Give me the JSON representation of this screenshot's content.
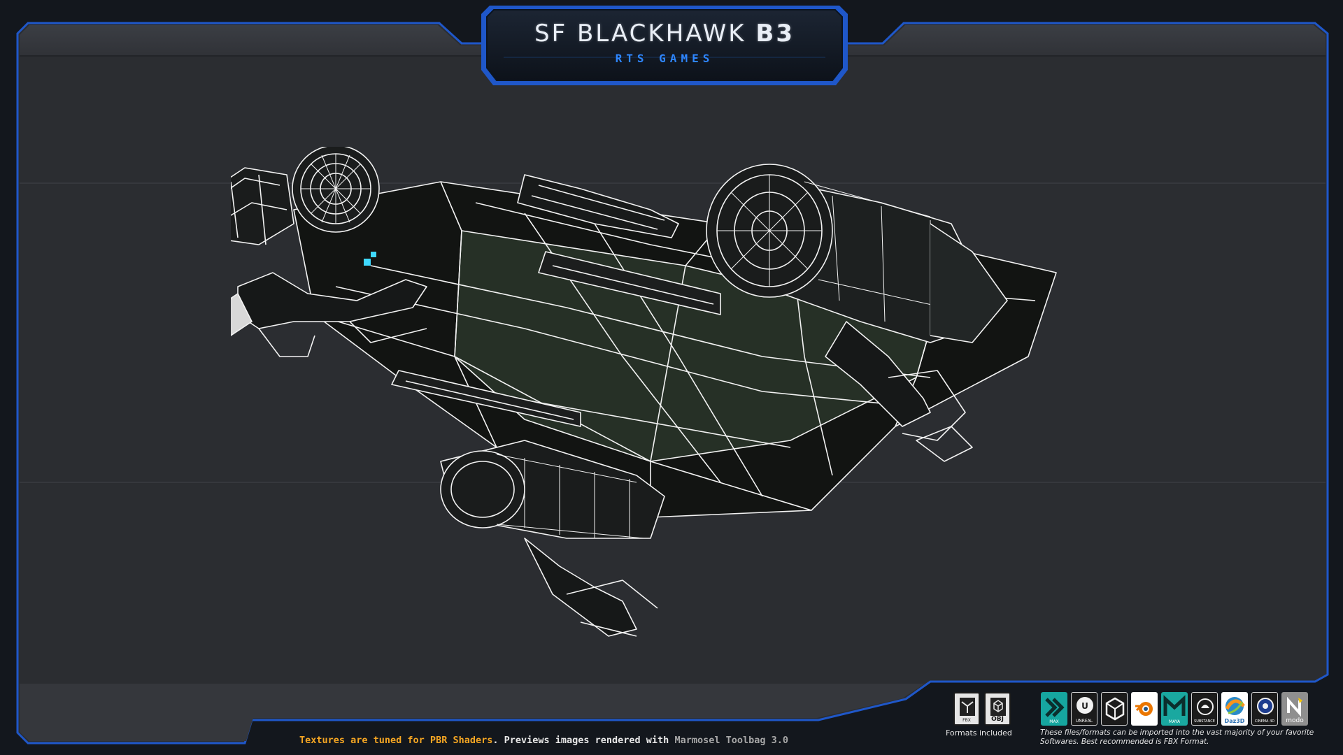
{
  "title": {
    "main_light": "SF BLACKHAWK",
    "main_bold": "B3",
    "subtitle": "RTS GAMES"
  },
  "colors": {
    "frame_border": "#1f57c9",
    "panel_bg": "#2b2d31",
    "accent_orange": "#f5a623",
    "subtitle_blue": "#2e86ff"
  },
  "viewport": {
    "content": "spaceship-wireframe-render"
  },
  "footer": {
    "note_part1": "Textures are tuned for PBR Shaders",
    "note_part2": ". Previews images rendered with ",
    "note_part3": "Marmosel Toolbag 3.0",
    "formats_label": "Formats included",
    "formats": [
      {
        "name": "FBX",
        "icon": "fbx-file-icon"
      },
      {
        "name": "OBJ",
        "icon": "obj-file-icon"
      }
    ],
    "software_label": "These files/formats can be imported into the vast majority of your favorite Softwares. Best recommended is FBX Format.",
    "software": [
      {
        "name": "MAX",
        "icon": "3dsmax-icon",
        "color": "#16a6a0"
      },
      {
        "name": "UNREAL",
        "icon": "unreal-icon",
        "color": "#1b1b1b"
      },
      {
        "name": "",
        "icon": "unity-icon",
        "color": "#1b1b1b"
      },
      {
        "name": "",
        "icon": "blender-icon",
        "color": "#ffffff"
      },
      {
        "name": "MAYA",
        "icon": "maya-icon",
        "color": "#1aa8a0"
      },
      {
        "name": "SUBSTANCE",
        "icon": "substance-icon",
        "color": "#1b1b1b"
      },
      {
        "name": "Daz3D",
        "icon": "daz3d-icon",
        "color": "#ffffff"
      },
      {
        "name": "CINEMA 4D",
        "icon": "cinema4d-icon",
        "color": "#1b1b1b"
      },
      {
        "name": "modo",
        "icon": "modo-icon",
        "color": "#8f8f8f"
      }
    ]
  }
}
